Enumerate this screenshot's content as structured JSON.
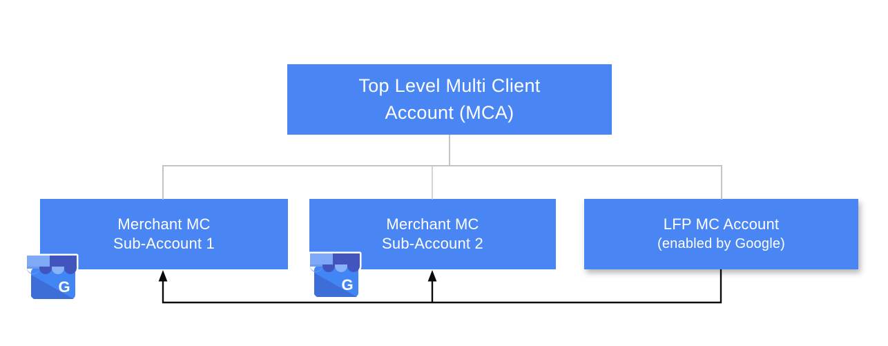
{
  "diagram": {
    "root": {
      "line1": "Top Level Multi Client",
      "line2": "Account (MCA)"
    },
    "sub1": {
      "line1": "Merchant MC",
      "line2": "Sub-Account 1"
    },
    "sub2": {
      "line1": "Merchant MC",
      "line2": "Sub-Account 2"
    },
    "lfp": {
      "line1": "LFP MC Account",
      "line2": "(enabled by Google)"
    },
    "icon": {
      "letter": "G"
    }
  },
  "colors": {
    "box-blue": "#4a86f3",
    "line-gray": "#c3c3c3",
    "line-black": "#0a0a0a",
    "icon-body": "#4285f4",
    "icon-fold": "#3d6ed8",
    "icon-dark": "#4254bd",
    "icon-light": "#8ab2f8",
    "icon-medium": "#6d99f0",
    "icon-band-light": "#7ea9f6",
    "text-white": "#ffffff"
  }
}
